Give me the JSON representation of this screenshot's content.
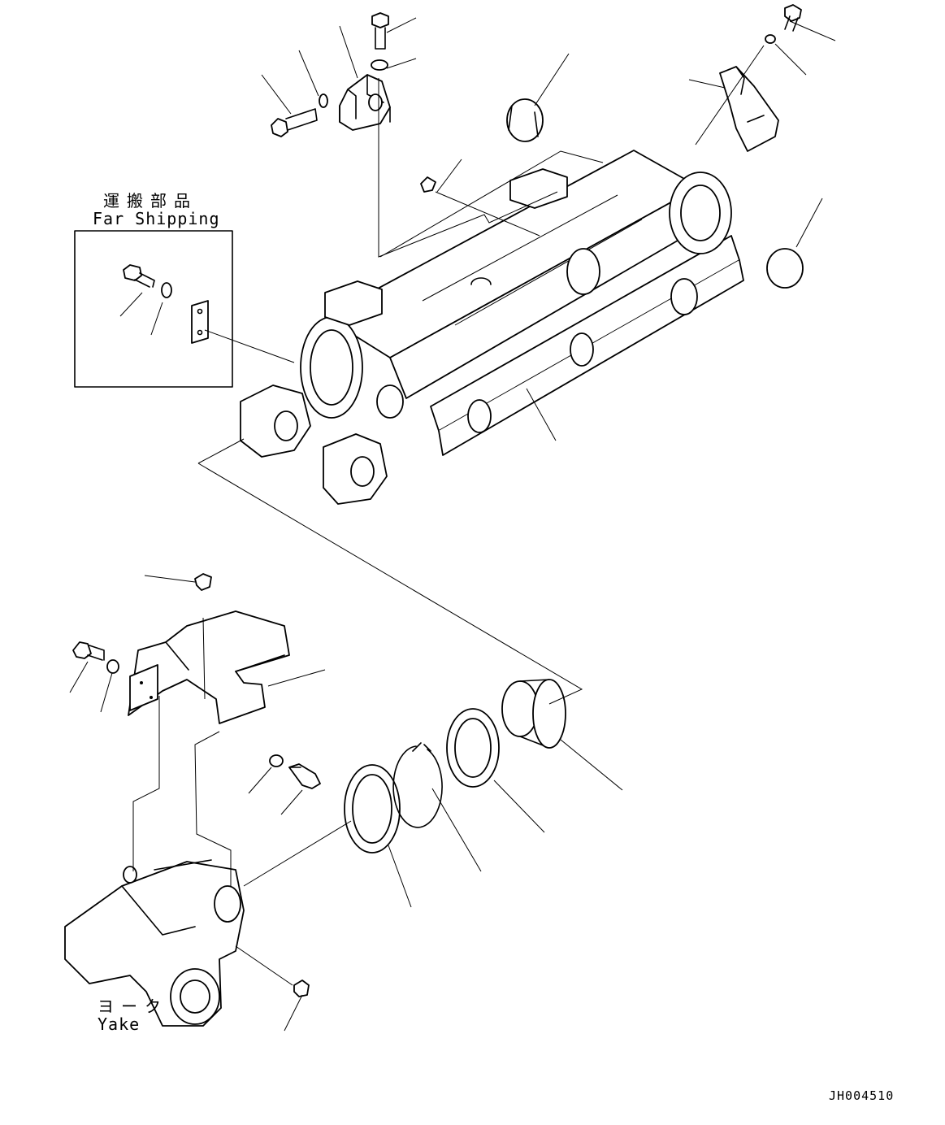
{
  "labels": {
    "for_shipping_jp": "運搬部品",
    "for_shipping_en": "Far Shipping",
    "yoke_jp": "ヨーク",
    "yoke_en": "Yake",
    "drawing_code": "JH004510"
  }
}
